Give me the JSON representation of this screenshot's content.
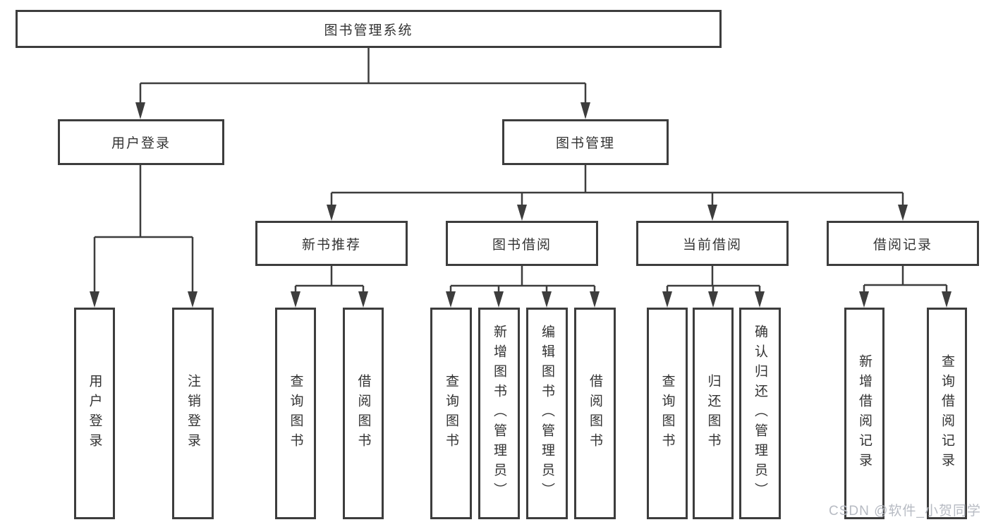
{
  "diagram": {
    "tree": {
      "label": "图书管理系统",
      "children": [
        {
          "label": "用户登录",
          "children": [
            {
              "label": "用户登录"
            },
            {
              "label": "注销登录"
            }
          ]
        },
        {
          "label": "图书管理",
          "children": [
            {
              "label": "新书推荐",
              "children": [
                {
                  "label": "查询图书"
                },
                {
                  "label": "借阅图书"
                }
              ]
            },
            {
              "label": "图书借阅",
              "children": [
                {
                  "label": "查询图书"
                },
                {
                  "label": "新增图书（管理员）"
                },
                {
                  "label": "编辑图书（管理员）"
                },
                {
                  "label": "借阅图书"
                }
              ]
            },
            {
              "label": "当前借阅",
              "children": [
                {
                  "label": "查询图书"
                },
                {
                  "label": "归还图书"
                },
                {
                  "label": "确认归还（管理员）"
                }
              ]
            },
            {
              "label": "借阅记录",
              "children": [
                {
                  "label": "新增借阅记录"
                },
                {
                  "label": "查询借阅记录"
                }
              ]
            }
          ]
        }
      ]
    },
    "colors": {
      "line": "#3d3d3d",
      "text": "#333333",
      "box_background": "#ffffff",
      "watermark": "#b7bbc3"
    }
  },
  "watermark": {
    "text": "CSDN @软件_小贺同学"
  }
}
